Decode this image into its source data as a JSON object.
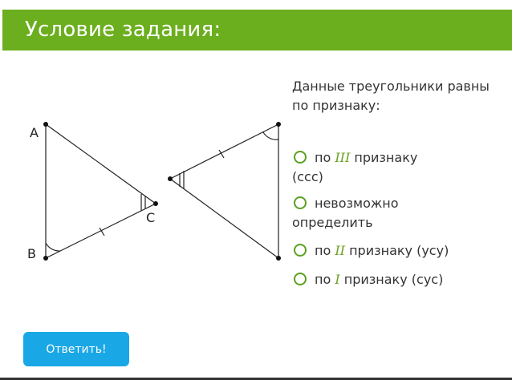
{
  "header": {
    "title": "Условие задания:"
  },
  "figure": {
    "labels": {
      "a": "A",
      "b": "B",
      "c": "C"
    }
  },
  "question": {
    "text": "Данные треугольники равны по признаку:"
  },
  "options": [
    {
      "prefix": "по",
      "roman": "III",
      "suffix": "признаку",
      "extra": "(ccc)"
    },
    {
      "line1": "невозможно",
      "line2": "определить"
    },
    {
      "prefix": "по",
      "roman": "II",
      "suffix": "признаку (усу)"
    },
    {
      "prefix": "по",
      "roman": "I",
      "suffix": "признаку (сус)"
    }
  ],
  "submit": {
    "label": "Ответить!"
  },
  "colors": {
    "header": "#6bae1e",
    "button": "#1aa7e6",
    "radio": "#5aa01e",
    "roman": "#6aa121"
  }
}
